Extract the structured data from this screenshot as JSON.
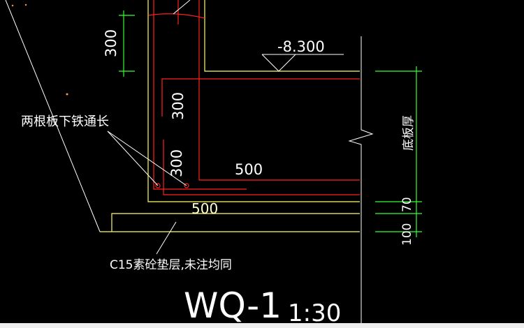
{
  "drawing": {
    "title": "WQ-1",
    "scale": "1:30",
    "elevation": "-8.300",
    "rebar_note": "两根板下铁通长",
    "cushion_note": "C15素砼垫层,未注均同",
    "dims": {
      "left_300": "300",
      "inner_300_top": "300",
      "inner_300_bottom": "300",
      "inner_500": "500",
      "bottom_500": "500",
      "slab_thickness": "底板厚",
      "dim_70": "70",
      "dim_100": "100"
    }
  },
  "colors": {
    "background": "#000000",
    "concrete_outline": "#ffff66",
    "rebar": "#ff2020",
    "dimension": "#33ff33",
    "annotation": "#ffffff"
  }
}
